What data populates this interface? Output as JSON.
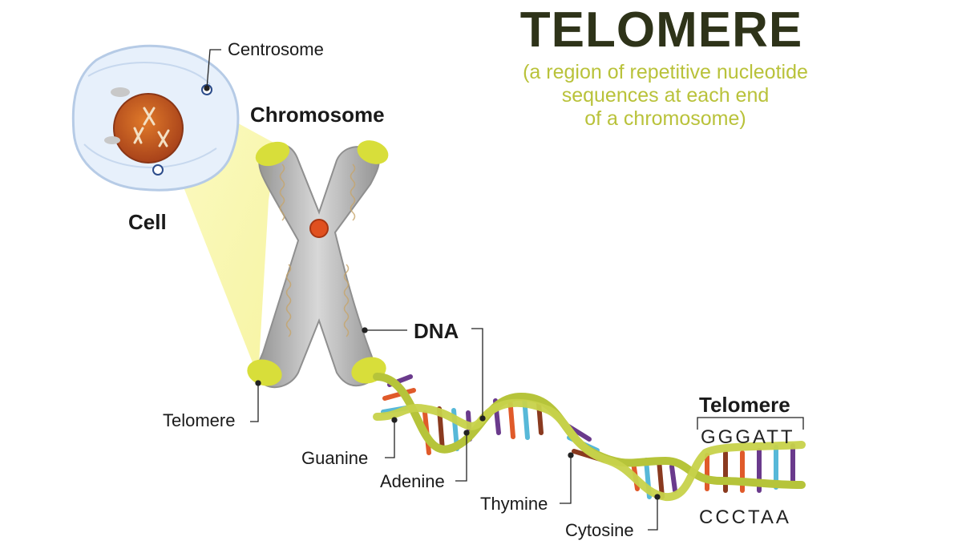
{
  "title": "TELOMERE",
  "subtitle_lines": [
    "(a region of repetitive nucleotide",
    "sequences at each end",
    "of a chromosome)"
  ],
  "labels": {
    "centrosome": "Centrosome",
    "chromosome": "Chromosome",
    "cell": "Cell",
    "dna": "DNA",
    "telomere_left": "Telomere",
    "telomere_right": "Telomere",
    "guanine": "Guanine",
    "adenine": "Adenine",
    "thymine": "Thymine",
    "cytosine": "Cytosine"
  },
  "sequences": {
    "top": "GGGATT",
    "bottom": "CCCTAA"
  },
  "colors": {
    "title": "#2e3319",
    "subtitle": "#b9c23a",
    "telomere_cap": "#d8de3a",
    "guanine": "#6a3a8c",
    "adenine": "#e05a2a",
    "thymine": "#57b8d8",
    "cytosine": "#8a3a1f",
    "strand": "#b6c43a"
  }
}
